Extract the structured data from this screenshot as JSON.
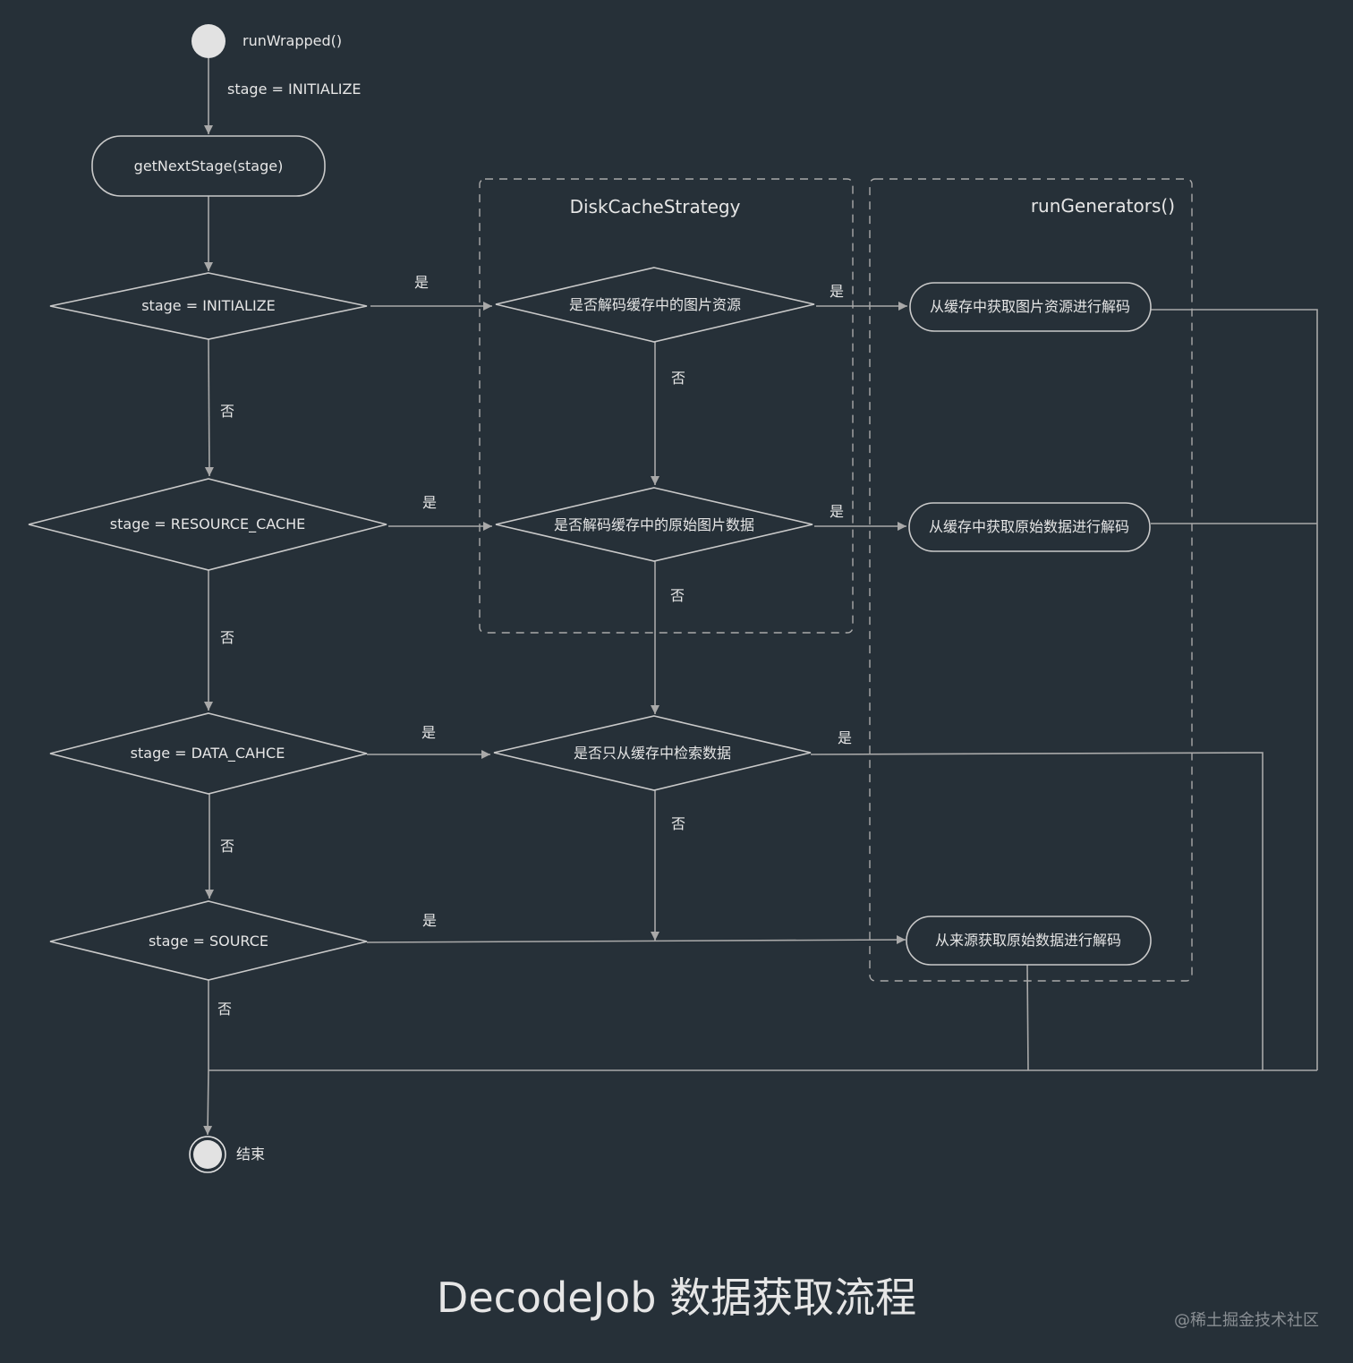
{
  "start_label": "runWrapped()",
  "init_stage_label": "stage = INITIALIZE",
  "get_next_stage": "getNextStage(stage)",
  "disk_cache_group_title": "DiskCacheStrategy",
  "generators_group_title": "runGenerators()",
  "decisions": {
    "stage_initialize": "stage = INITIALIZE",
    "stage_resource_cache": "stage = RESOURCE_CACHE",
    "stage_data_cache": "stage = DATA_CAHCE",
    "stage_source": "stage = SOURCE",
    "decode_cached_resource": "是否解码缓存中的图片资源",
    "decode_cached_data": "是否解码缓存中的原始图片数据",
    "only_retrieve_cache": "是否只从缓存中检索数据"
  },
  "actions": {
    "resource_generator": "从缓存中获取图片资源进行解码",
    "data_generator": "从缓存中获取原始数据进行解码",
    "source_generator": "从来源获取原始数据进行解码"
  },
  "yes_label": "是",
  "no_label": "否",
  "end_label": "结束",
  "footer_title": "DecodeJob 数据获取流程",
  "watermark": "@稀土掘金技术社区"
}
